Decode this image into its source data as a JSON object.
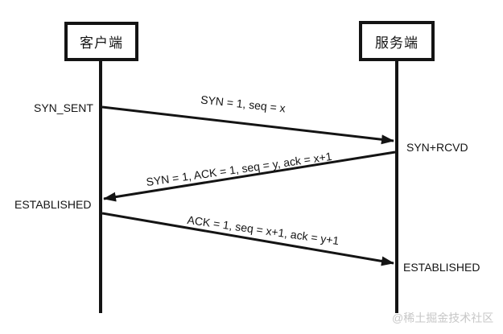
{
  "diagram": {
    "type": "sequence-diagram",
    "actors": {
      "client": {
        "label": "客户端"
      },
      "server": {
        "label": "服务端"
      }
    },
    "states": {
      "syn_sent": "SYN_SENT",
      "syn_rcvd": "SYN+RCVD",
      "established_client": "ESTABLISHED",
      "established_server": "ESTABLISHED"
    },
    "messages": [
      {
        "label": "SYN = 1, seq = x",
        "from": "client",
        "to": "server"
      },
      {
        "label": "SYN = 1, ACK = 1, seq = y, ack = x+1",
        "from": "server",
        "to": "client"
      },
      {
        "label": "ACK = 1, seq = x+1, ack = y+1",
        "from": "client",
        "to": "server"
      }
    ]
  },
  "watermark": {
    "text": "@稀土掘金技术社区"
  },
  "colors": {
    "ink": "#141414",
    "background": "#ffffff",
    "watermark": "#c7c7c7"
  }
}
